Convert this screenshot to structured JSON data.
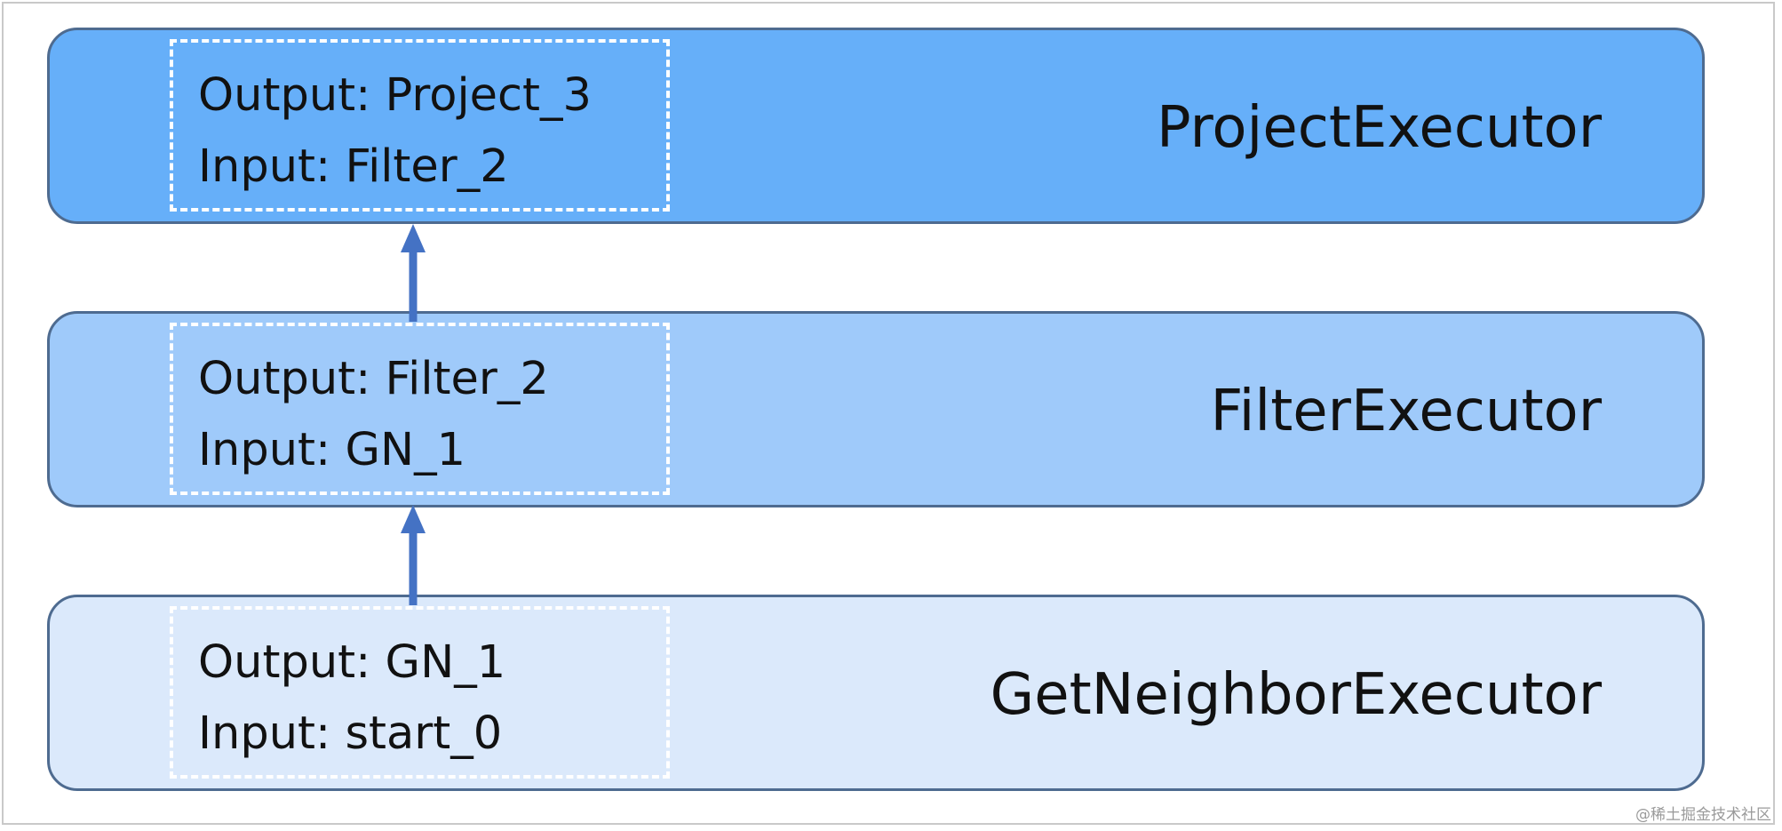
{
  "executors": [
    {
      "name": "ProjectExecutor",
      "output": "Output: Project_3",
      "input": "Input: Filter_2",
      "fill": "#66aff9"
    },
    {
      "name": "FilterExecutor",
      "output": "Output: Filter_2",
      "input": "Input: GN_1",
      "fill": "#9fcafa"
    },
    {
      "name": "GetNeighborExecutor",
      "output": "Output: GN_1",
      "input": "Input: start_0",
      "fill": "#dbe9fb"
    }
  ],
  "colors": {
    "border": "#4e6b90",
    "arrow": "#4472c4",
    "dashed_box": "#ffffff"
  },
  "watermark": "@稀土掘金技术社区"
}
